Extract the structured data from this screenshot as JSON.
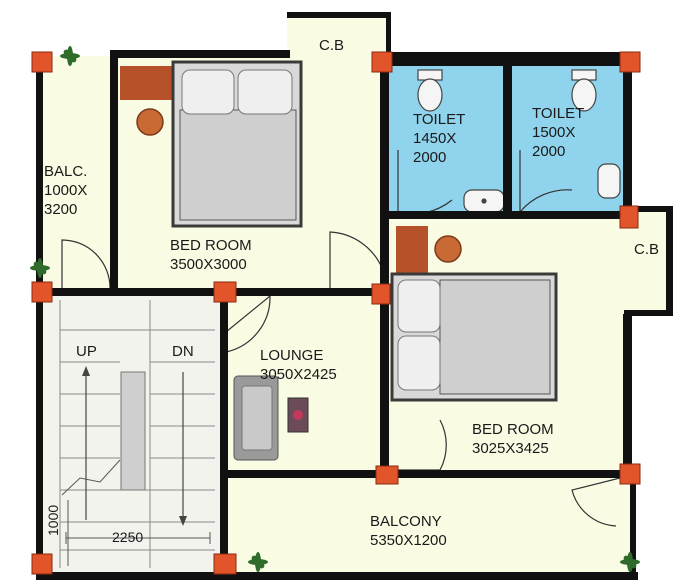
{
  "plan": {
    "colors": {
      "wall": "#111111",
      "room_fill": "#fafbe3",
      "toilet_fill": "#8fd3ec",
      "column": "#e2552a",
      "bed_frame": "#3a3a3a",
      "headboard": "#b5522a",
      "lamp": "#c96a35",
      "sofa": "#9a9a9a",
      "plant": "#2f6b2a"
    },
    "rooms": {
      "cb_top": {
        "name": "C.B"
      },
      "cb_right": {
        "name": "C.B"
      },
      "balc_left": {
        "name": "BALC.",
        "dim1": "1000X",
        "dim2": "3200"
      },
      "bedroom1": {
        "name": "BED ROOM",
        "dim": "3500X3000"
      },
      "toilet1": {
        "name": "TOILET",
        "dim1": "1450X",
        "dim2": "2000"
      },
      "toilet2": {
        "name": "TOILET",
        "dim1": "1500X",
        "dim2": "2000"
      },
      "lounge": {
        "name": "LOUNGE",
        "dim": "3050X2425"
      },
      "bedroom2": {
        "name": "BED ROOM",
        "dim": "3025X3425"
      },
      "balcony": {
        "name": "BALCONY",
        "dim": "5350X1200"
      },
      "stair": {
        "up": "UP",
        "dn": "DN",
        "width": "2250",
        "depth": "1000"
      }
    }
  }
}
